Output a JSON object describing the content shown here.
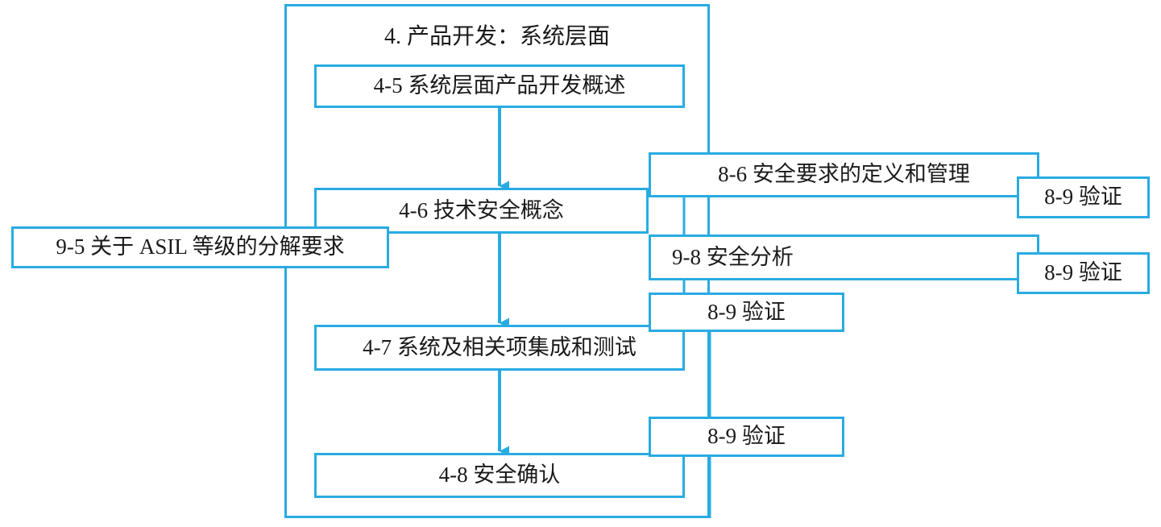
{
  "diagram": {
    "type": "flowchart",
    "title": "4. 产品开发：系统层面",
    "accent_color": "#29abe2",
    "text_color": "#1a1a1a",
    "background_color": "#ffffff",
    "container": {
      "label": "4. 产品开发：系统层面",
      "name": "product-development-system-level-container"
    },
    "nodes": [
      {
        "id": "n45",
        "label": "4-5 系统层面产品开发概述",
        "name": "node-4-5-system-level-product-development-overview"
      },
      {
        "id": "n46",
        "label": "4-6 技术安全概念",
        "name": "node-4-6-technical-safety-concept"
      },
      {
        "id": "n47",
        "label": "4-7 系统及相关项集成和测试",
        "name": "node-4-7-system-and-item-integration-and-testing"
      },
      {
        "id": "n48",
        "label": "4-8 安全确认",
        "name": "node-4-8-safety-validation"
      },
      {
        "id": "n95",
        "label": "9-5 关于 ASIL 等级的分解要求",
        "name": "node-9-5-asil-decomposition-requirements"
      },
      {
        "id": "n86",
        "label": "8-6 安全要求的定义和管理",
        "name": "node-8-6-specification-and-management-of-safety-requirements"
      },
      {
        "id": "n98",
        "label": "9-8 安全分析",
        "name": "node-9-8-safety-analysis"
      },
      {
        "id": "n89a",
        "label": "8-9 验证",
        "name": "node-8-9-verification-a"
      },
      {
        "id": "n89b",
        "label": "8-9 验证",
        "name": "node-8-9-verification-b"
      },
      {
        "id": "n89c",
        "label": "8-9 验证",
        "name": "node-8-9-verification-c"
      },
      {
        "id": "n89d",
        "label": "8-9 验证",
        "name": "node-8-9-verification-d"
      }
    ],
    "flow_sequence": [
      "4-5 系统层面产品开发概述",
      "4-6 技术安全概念",
      "4-7 系统及相关项集成和测试",
      "4-8 安全确认"
    ]
  }
}
